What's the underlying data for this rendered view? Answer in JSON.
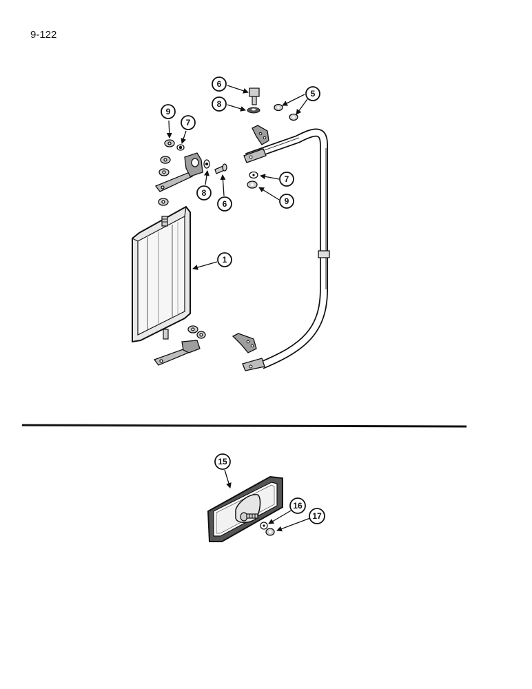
{
  "page_number": "9-122",
  "callouts": {
    "c1": "1",
    "c5": "5",
    "c6a": "6",
    "c6b": "6",
    "c7a": "7",
    "c7b": "7",
    "c8a": "8",
    "c8b": "8",
    "c9a": "9",
    "c9b": "9",
    "c15": "15",
    "c16": "16",
    "c17": "17"
  }
}
